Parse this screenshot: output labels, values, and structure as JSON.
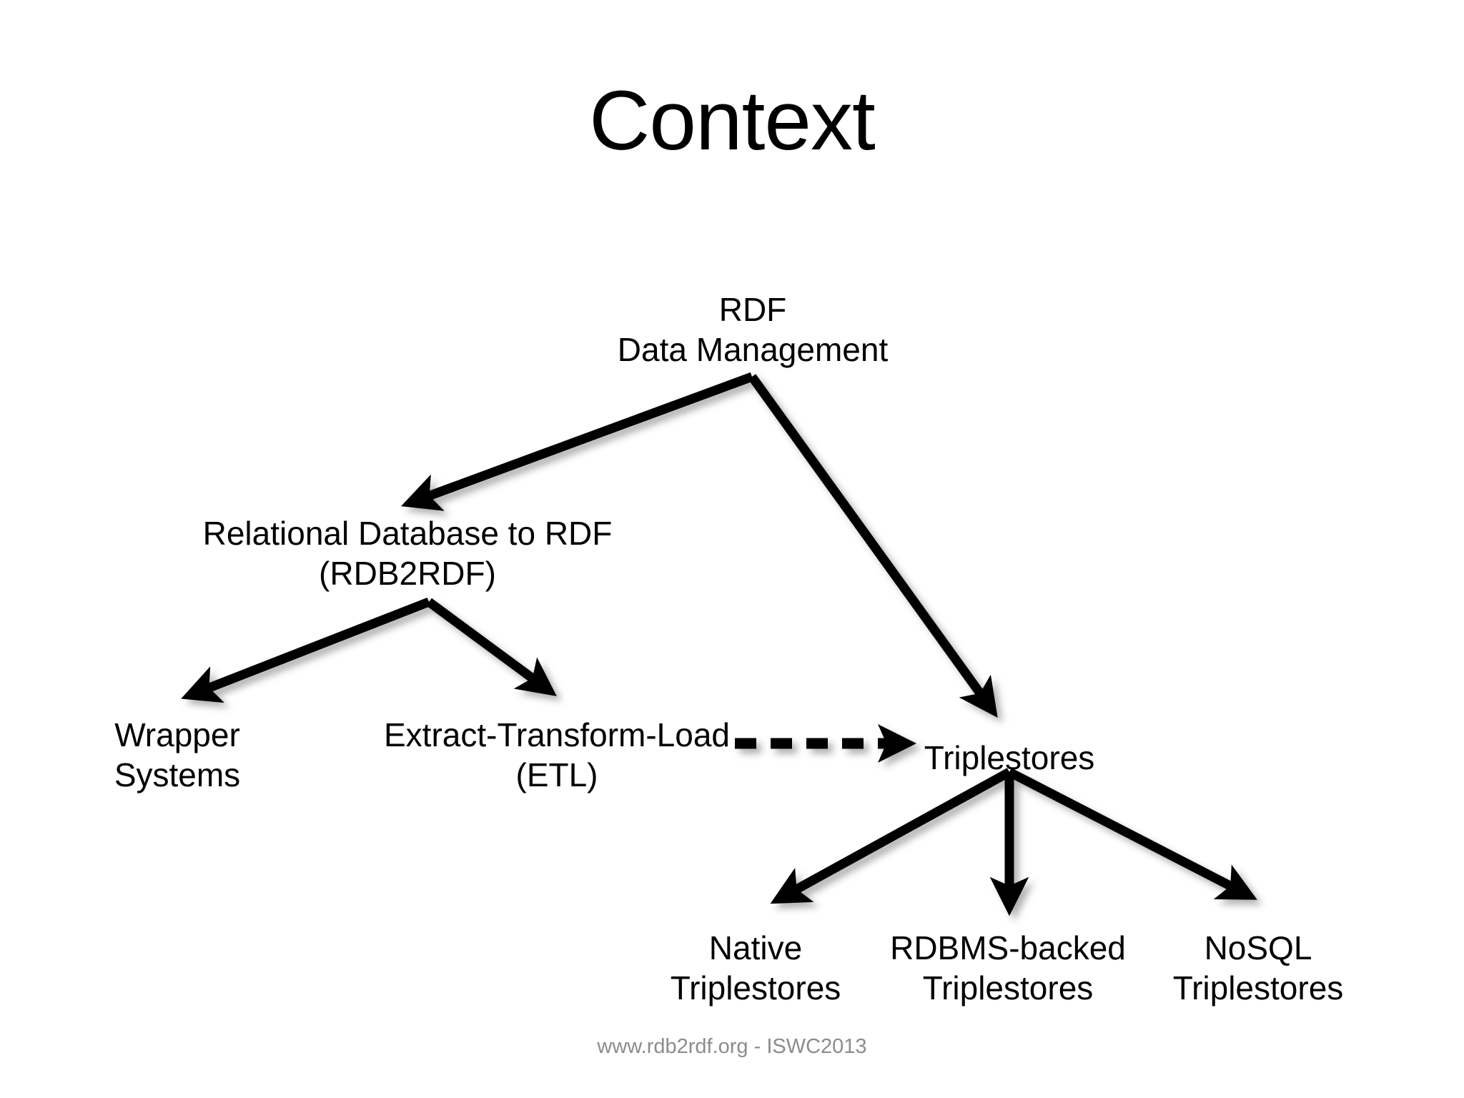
{
  "slide": {
    "title": "Context",
    "footer": "www.rdb2rdf.org - ISWC2013",
    "background_color": "#ffffff",
    "text_color": "#000000",
    "footer_color": "#8c8c8c",
    "arrow_color": "#000000"
  },
  "diagram": {
    "type": "tree",
    "nodes": {
      "root": {
        "line1": "RDF",
        "line2": "Data Management"
      },
      "rdb2rdf": {
        "line1": "Relational Database to RDF",
        "line2": "(RDB2RDF)"
      },
      "wrapper": {
        "line1": "Wrapper",
        "line2": "Systems"
      },
      "etl": {
        "line1": "Extract-Transform-Load",
        "line2": "(ETL)"
      },
      "triplestores": {
        "line1": "Triplestores",
        "line2": ""
      },
      "native": {
        "line1": "Native",
        "line2": "Triplestores"
      },
      "rdbms_backed": {
        "line1": "RDBMS-backed",
        "line2": "Triplestores"
      },
      "nosql": {
        "line1": "NoSQL",
        "line2": "Triplestores"
      }
    },
    "edges": [
      {
        "from": "root",
        "to": "rdb2rdf",
        "style": "solid"
      },
      {
        "from": "root",
        "to": "triplestores",
        "style": "solid"
      },
      {
        "from": "rdb2rdf",
        "to": "wrapper",
        "style": "solid"
      },
      {
        "from": "rdb2rdf",
        "to": "etl",
        "style": "solid"
      },
      {
        "from": "etl",
        "to": "triplestores",
        "style": "dashed"
      },
      {
        "from": "triplestores",
        "to": "native",
        "style": "solid"
      },
      {
        "from": "triplestores",
        "to": "rdbms_backed",
        "style": "solid"
      },
      {
        "from": "triplestores",
        "to": "nosql",
        "style": "solid"
      }
    ]
  }
}
